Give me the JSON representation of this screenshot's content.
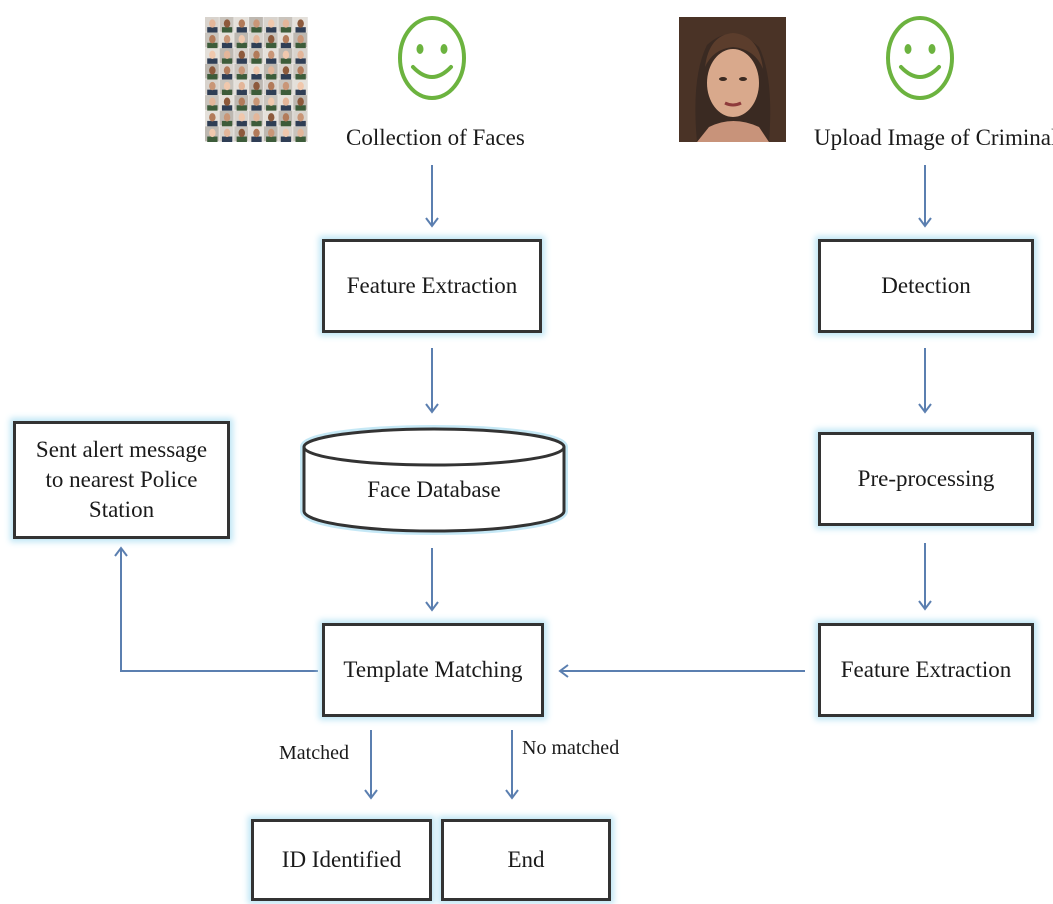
{
  "left_column": {
    "source_label": "Collection of Faces",
    "step1": "Feature Extraction",
    "database": "Face Database",
    "matching": "Template Matching"
  },
  "right_column": {
    "source_label": "Upload Image of Criminal",
    "step1": "Detection",
    "step2": "Pre-processing",
    "step3": "Feature Extraction"
  },
  "alert_box": {
    "line1": "Sent alert message",
    "line2": "to nearest Police",
    "line3": "Station"
  },
  "edges": {
    "matched": "Matched",
    "no_matched": "No matched"
  },
  "outcomes": {
    "identified": "ID Identified",
    "end": "End"
  },
  "colors": {
    "arrow": "#5b7fb0",
    "smiley": "#6cb33f",
    "box_border": "#333333",
    "box_glow": "#bfe6f5"
  },
  "icons": {
    "smiley": "smiley-face-icon",
    "collage": "face-collage-image",
    "portrait": "criminal-portrait-image"
  }
}
